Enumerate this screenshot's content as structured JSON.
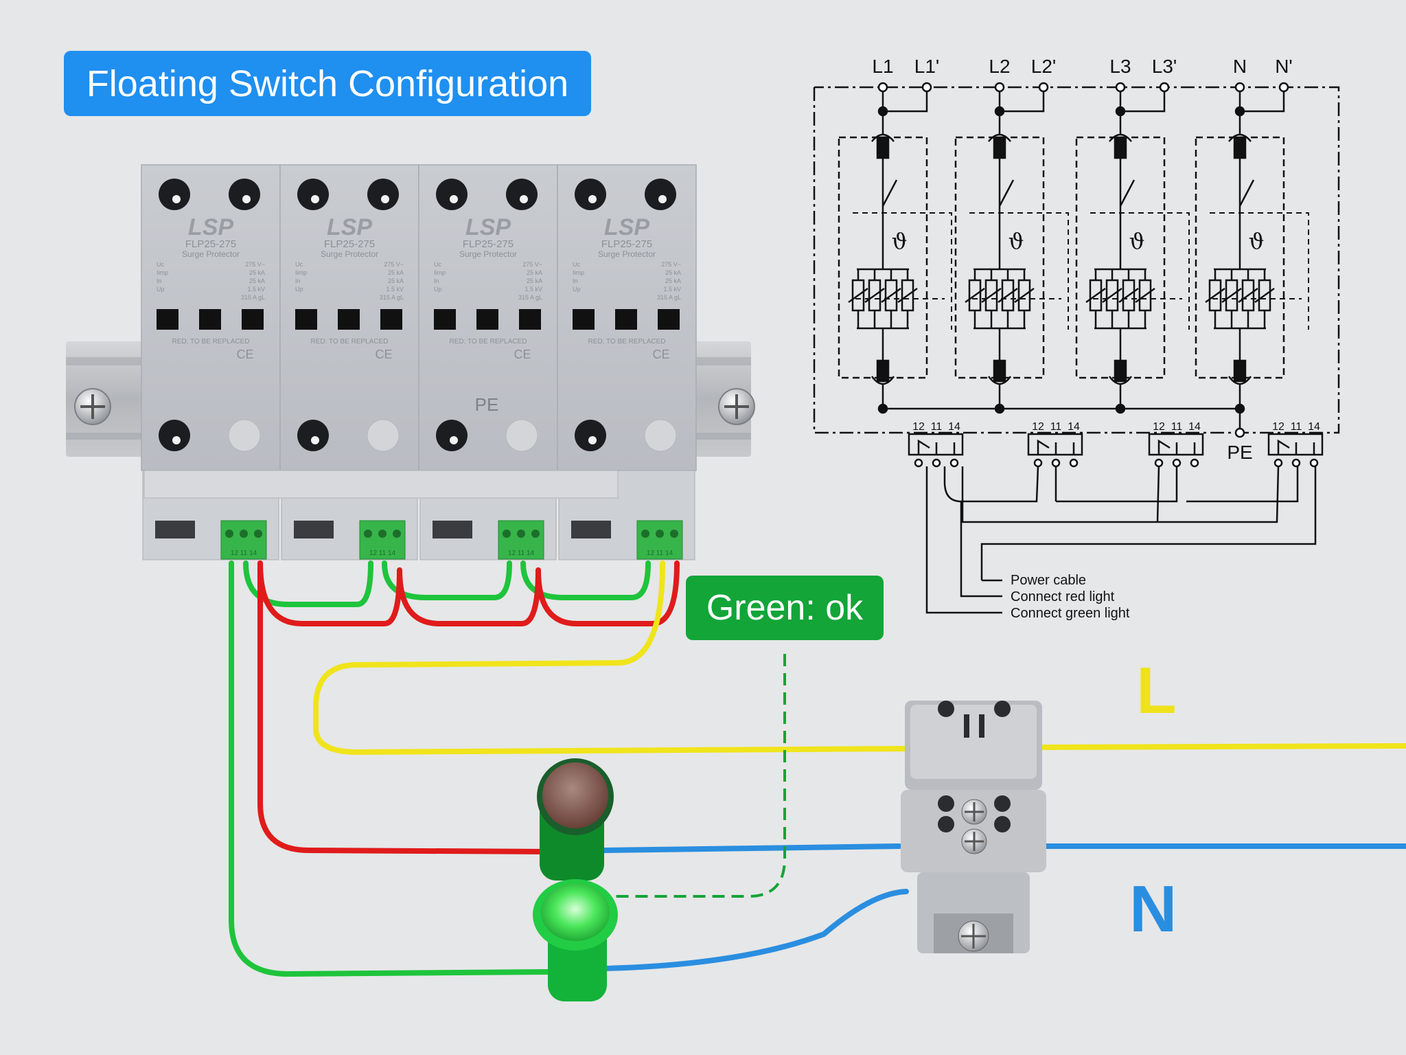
{
  "title": "Floating Switch Configuration",
  "status_label": "Green: ok",
  "module": {
    "brand": "LSP",
    "model": "FLP25-275",
    "subtitle": "Surge Protector",
    "spec_labels": [
      "Uc",
      "Iimp",
      "In",
      "Up",
      ""
    ],
    "spec_values": [
      "275 V~",
      "25 kA",
      "25 kA",
      "1.5 kV",
      "315 A gL"
    ],
    "notice": "RED: TO BE REPLACED",
    "ce_mark": "CE",
    "terminal_numbers": "12 11 14",
    "pe_label": "PE"
  },
  "schematic": {
    "top_labels": [
      "L1",
      "L1'",
      "L2",
      "L2'",
      "L3",
      "L3'",
      "N",
      "N'"
    ],
    "contact_labels": [
      "12",
      "11",
      "14"
    ],
    "pe_label": "PE",
    "theta_symbol": "ϑ",
    "legend": [
      "Power cable",
      "Connect red light",
      "Connect green light"
    ]
  },
  "line_labels": {
    "live": "L",
    "neutral": "N"
  },
  "colors": {
    "badge_blue": "#1f8ff0",
    "status_green": "#13a538",
    "wire_green": "#1ec43c",
    "wire_red": "#e01b1b",
    "wire_yellow": "#f0e41c",
    "wire_blue": "#2a8ee0",
    "background": "#e6e7e8"
  }
}
